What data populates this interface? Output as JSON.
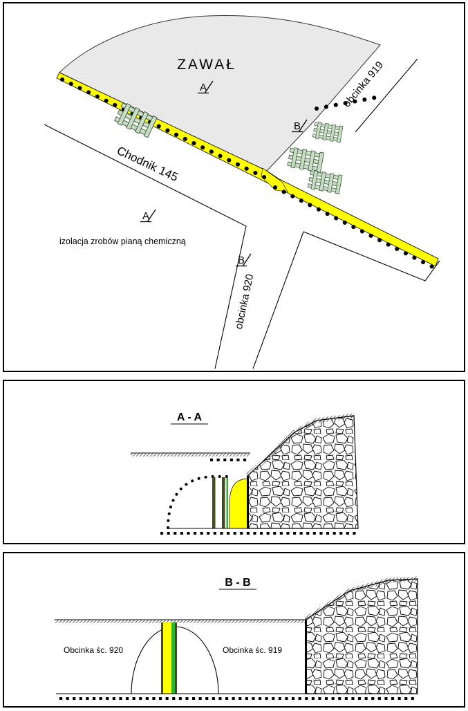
{
  "colors": {
    "gob_gray": "#e9e9e9",
    "highlight_yellow": "#ffff00",
    "crib_green": "#c9dcc4",
    "stripe_green": "#2db52d",
    "timber_dark": "#3f4d1f"
  },
  "plan": {
    "zawal_label": "ZAWAŁ",
    "chodnik_label": "Chodnik 145",
    "izolacja_label": "izolacja zrobów pianą chemiczną",
    "obcinka_920_label": "obcinka 920",
    "obcinka_919_label": "obcinka 919",
    "section_marker_a": "A",
    "section_marker_b": "B"
  },
  "section_aa": {
    "title": "A - A"
  },
  "section_bb": {
    "title": "B - B",
    "left_label": "Obcinka śc. 920",
    "right_label": "Obcinka śc. 919"
  }
}
